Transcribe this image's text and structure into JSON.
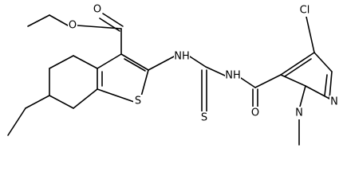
{
  "molecule": {
    "background": "#ffffff",
    "atom_color": "#000000",
    "bond_color": "#000000",
    "labels": {
      "o_carbonyl_ester": "O",
      "o_ester": "O",
      "sulfur_ring": "S",
      "nh_left": "NH",
      "nh_right": "NH",
      "sulfur_thio": "S",
      "o_amide": "O",
      "cl": "Cl",
      "n_ring": "N",
      "n_methyl": "N"
    }
  }
}
